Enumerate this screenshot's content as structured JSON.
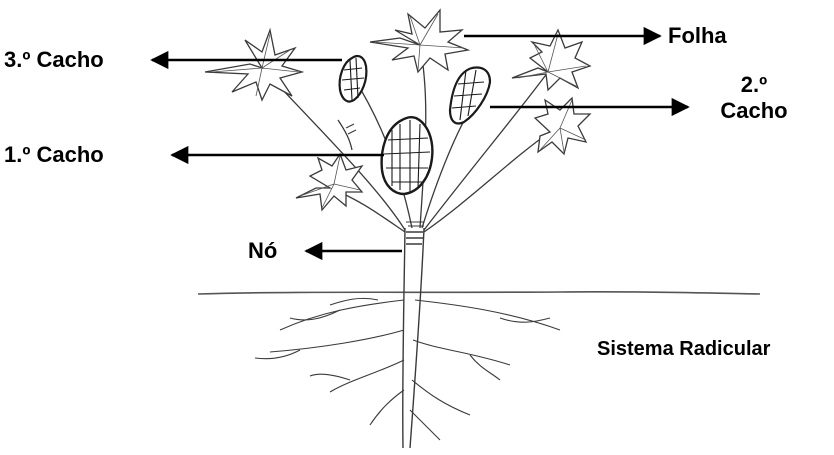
{
  "labels": {
    "cacho3": "3.º Cacho",
    "folha": "Folha",
    "cacho2_line1": "2.º",
    "cacho2_line2": "Cacho",
    "cacho1": "1.º Cacho",
    "no": "Nó",
    "sistema": "Sistema Radicular"
  },
  "colors": {
    "ink": "#000000",
    "pencil": "#3a3a3a",
    "paper": "#ffffff"
  }
}
